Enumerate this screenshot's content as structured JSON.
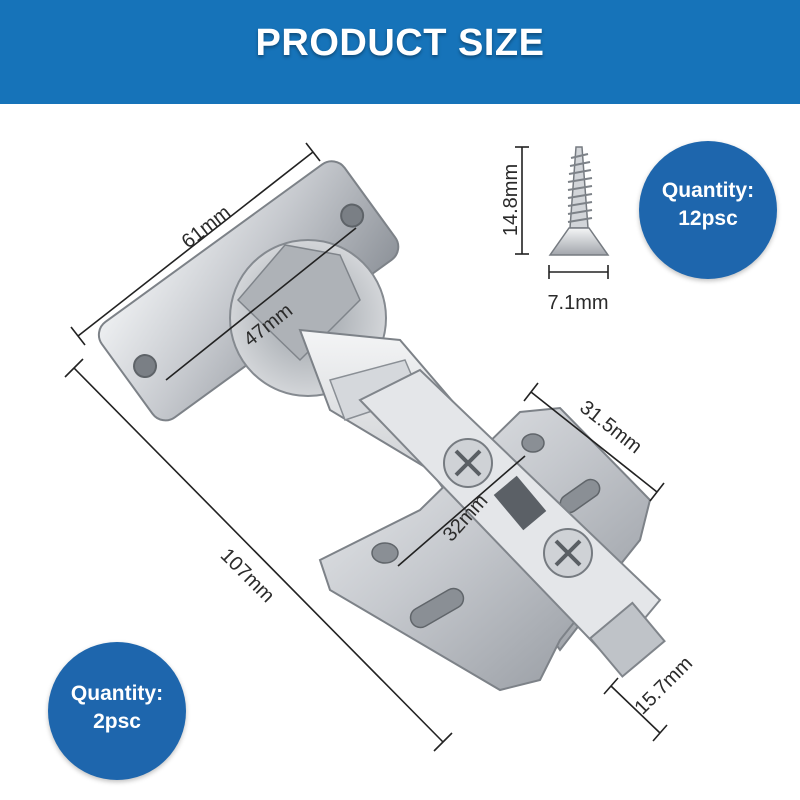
{
  "header": {
    "title": "PRODUCT SIZE"
  },
  "colors": {
    "header_bg": "#1673b9",
    "badge_bg": "#1e66ad",
    "text": "#2b2b2b",
    "metal": "#c9ccd1"
  },
  "screw_badge": {
    "label": "Quantity:",
    "value": "12psc"
  },
  "hinge_badge": {
    "label": "Quantity:",
    "value": "2psc"
  },
  "dimensions": {
    "plate_width": "61mm",
    "hole_spacing": "47mm",
    "total_length": "107mm",
    "base_width": "31.5mm",
    "base_hole_spacing": "32mm",
    "base_thickness": "15.7mm",
    "screw_length": "14.8mm",
    "screw_head": "7.1mm"
  }
}
